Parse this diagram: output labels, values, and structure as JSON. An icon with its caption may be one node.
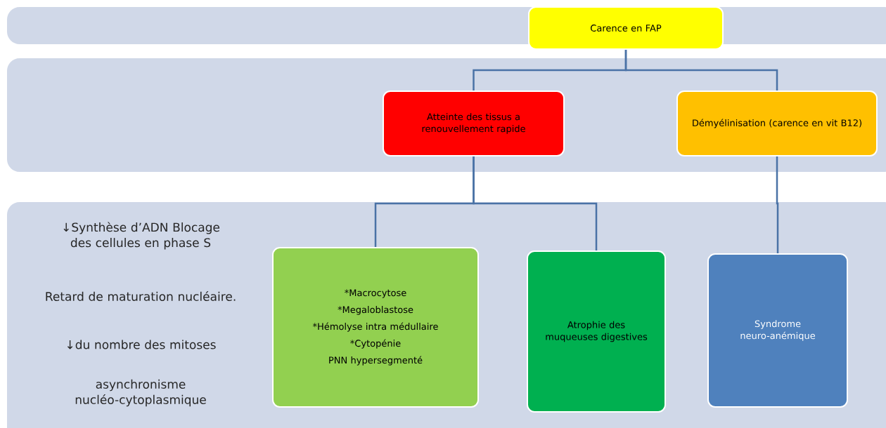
{
  "diagram": {
    "nodes": [
      {
        "text": [
          "Carence en FAP"
        ]
      },
      {
        "text": [
          "Atteinte des tissus a renouvellement rapide"
        ]
      },
      {
        "text": [
          "Démyélinisation (carence en vit B12)"
        ]
      },
      {
        "text": [
          "*Macrocytose",
          "*Megaloblastose",
          "*Hémolyse intra médullaire",
          "*Cytopénie",
          "PNN hypersegmenté"
        ]
      },
      {
        "text": [
          "Atrophie des muqueuses digestives"
        ]
      },
      {
        "text": [
          "Syndrome neuro-anémique"
        ]
      }
    ],
    "edges": [
      {
        "from": 0,
        "to": 1,
        "arrow": "none"
      },
      {
        "from": 0,
        "to": 2,
        "arrow": "none"
      },
      {
        "from": 1,
        "to": 3,
        "arrow": "none"
      },
      {
        "from": 1,
        "to": 4,
        "arrow": "none"
      },
      {
        "from": 2,
        "to": 5,
        "arrow": "none"
      }
    ],
    "labels": [
      "↓Synthèse d’ADN Blocage des cellules en phase S",
      "Retard de maturation nucléaire.",
      "↓du nombre des mitoses",
      "asynchronisme nucléo-cytoplasmique"
    ]
  }
}
